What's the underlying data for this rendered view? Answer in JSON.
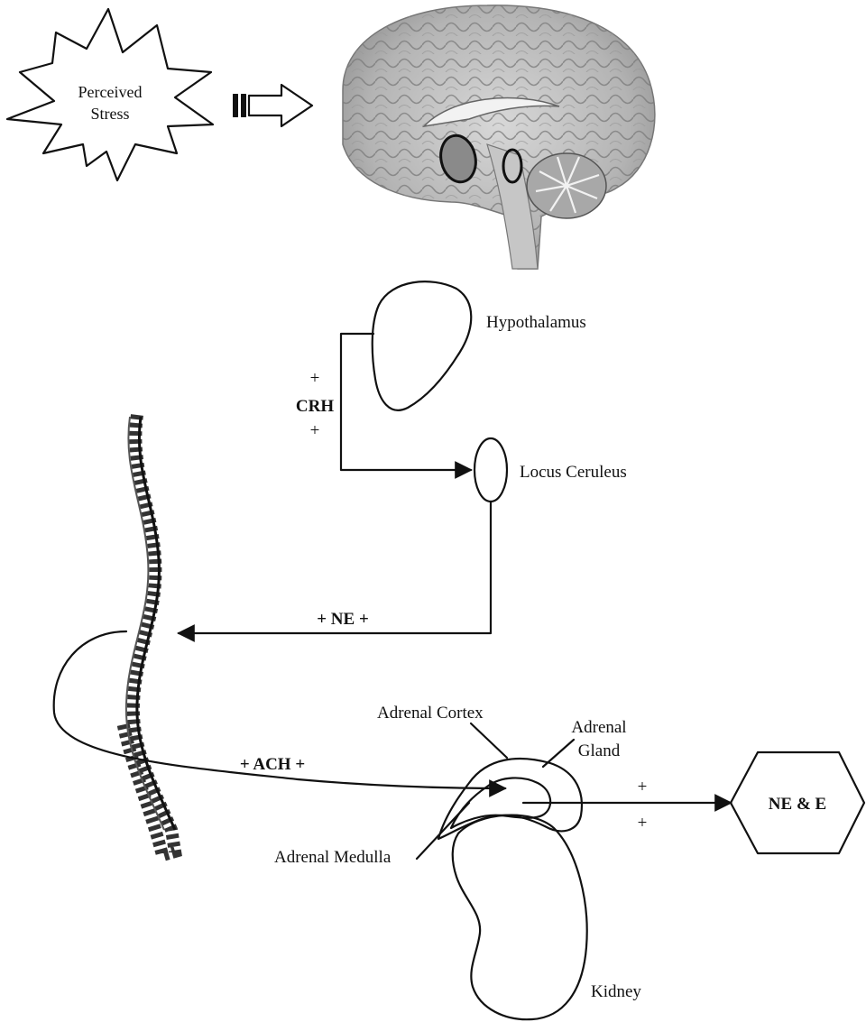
{
  "stress": {
    "line1": "Perceived",
    "line2": "Stress"
  },
  "labels": {
    "hypothalamus": "Hypothalamus",
    "locus_ceruleus": "Locus Ceruleus",
    "crh": "CRH",
    "crh_plus_top": "+",
    "crh_plus_bottom": "+",
    "ne_signal": "+ NE +",
    "ach_signal": "+ ACH +",
    "adrenal_cortex": "Adrenal Cortex",
    "adrenal_gland_line1": "Adrenal",
    "adrenal_gland_line2": "Gland",
    "adrenal_medulla": "Adrenal Medulla",
    "kidney": "Kidney",
    "output_plus_top": "+",
    "output_plus_bottom": "+",
    "ne_and_e": "NE & E"
  },
  "icons": {
    "stress": "starburst-icon",
    "arrow": "block-arrow-icon",
    "brain": "brain-sagittal-icon",
    "spine": "spine-icon"
  }
}
